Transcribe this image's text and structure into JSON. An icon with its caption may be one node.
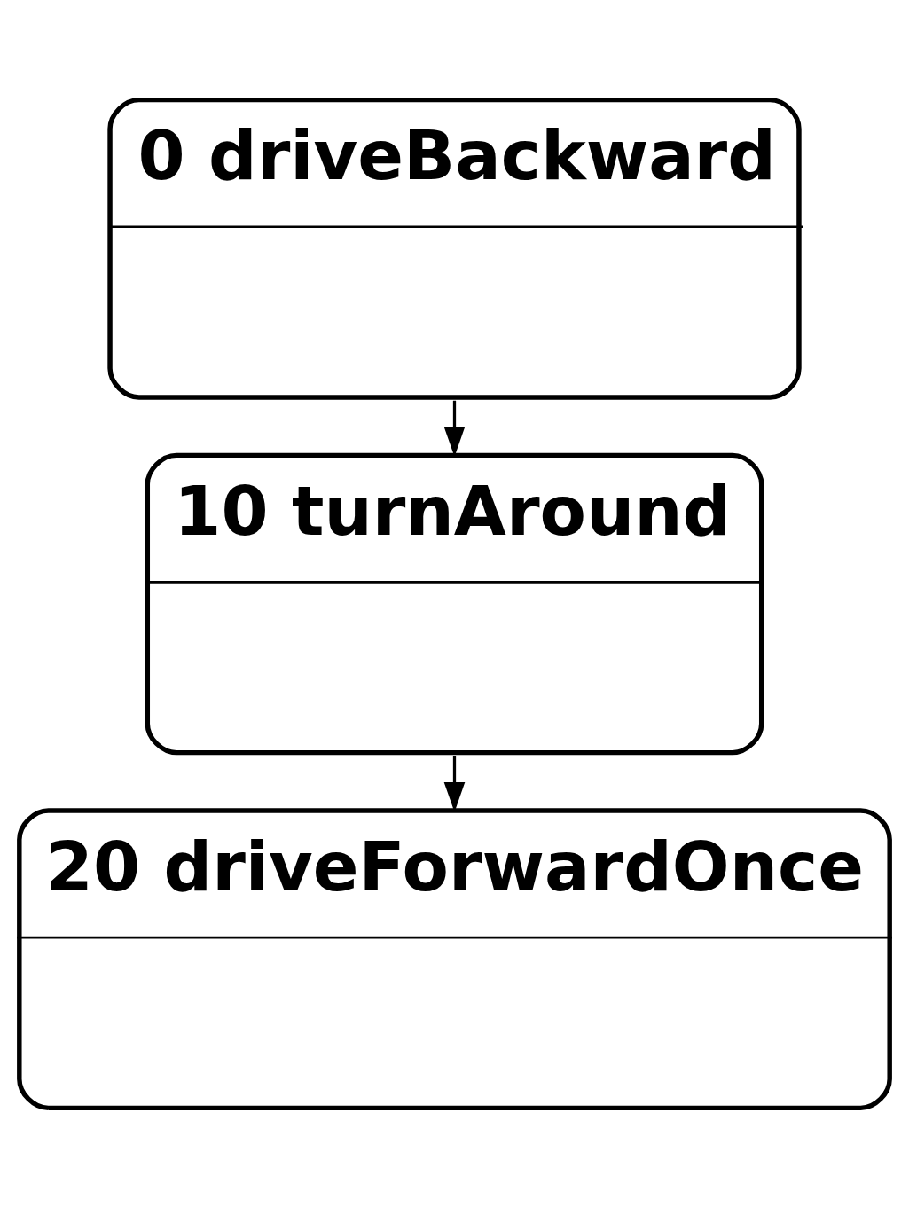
{
  "diagram": {
    "nodes": [
      {
        "text": [
          "0 driveBackward"
        ]
      },
      {
        "text": [
          "10 turnAround"
        ]
      },
      {
        "text": [
          "20 driveForwardOnce"
        ]
      }
    ],
    "edges": [
      {
        "from": 0,
        "to": 1,
        "arrow": "to"
      },
      {
        "from": 1,
        "to": 2,
        "arrow": "to"
      }
    ]
  }
}
